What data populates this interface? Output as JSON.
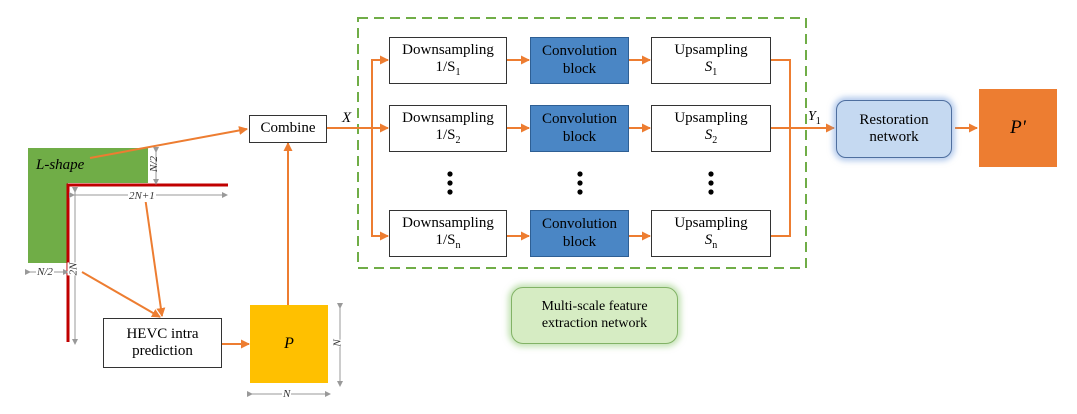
{
  "branches": [
    {
      "down_label": "Downsampling",
      "down_factor": "1/S",
      "down_sub": "1",
      "conv_label": "Convolution",
      "conv_sub": "block",
      "up_label": "Upsampling",
      "up_factor": "S",
      "up_sub": "1"
    },
    {
      "down_label": "Downsampling",
      "down_factor": "1/S",
      "down_sub": "2",
      "conv_label": "Convolution",
      "conv_sub": "block",
      "up_label": "Upsampling",
      "up_factor": "S",
      "up_sub": "2"
    },
    {
      "down_label": "Downsampling",
      "down_factor": "1/S",
      "down_sub": "n",
      "conv_label": "Convolution",
      "conv_sub": "block",
      "up_label": "Upsampling",
      "up_factor": "S",
      "up_sub": "n"
    }
  ],
  "combine_label": "Combine",
  "x_label": "X",
  "y_label": "Y",
  "y_sub": "1",
  "restoration": {
    "line1": "Restoration",
    "line2": "network"
  },
  "output_label": "P'",
  "multiscale": {
    "line1": "Multi-scale feature",
    "line2": "extraction network"
  },
  "lshape_label": "L-shape",
  "hevc": {
    "line1": "HEVC intra",
    "line2": "prediction"
  },
  "p_label": "P",
  "dims": {
    "n_half_right": "N/2",
    "two_n_plus_one": "2N+1",
    "two_n": "2N",
    "n_half_left": "N/2",
    "n_side": "N",
    "n_bottom": "N"
  },
  "colors": {
    "arrow": "#ed7d31",
    "green": "#70ad47",
    "red_border": "#c00000",
    "yellow": "#ffc000",
    "orange": "#ed7d31",
    "blue": "#4a86c5",
    "light_blue": "#c5d9f1",
    "light_green": "#d6ecc3",
    "dashed_green": "#70ad47"
  }
}
